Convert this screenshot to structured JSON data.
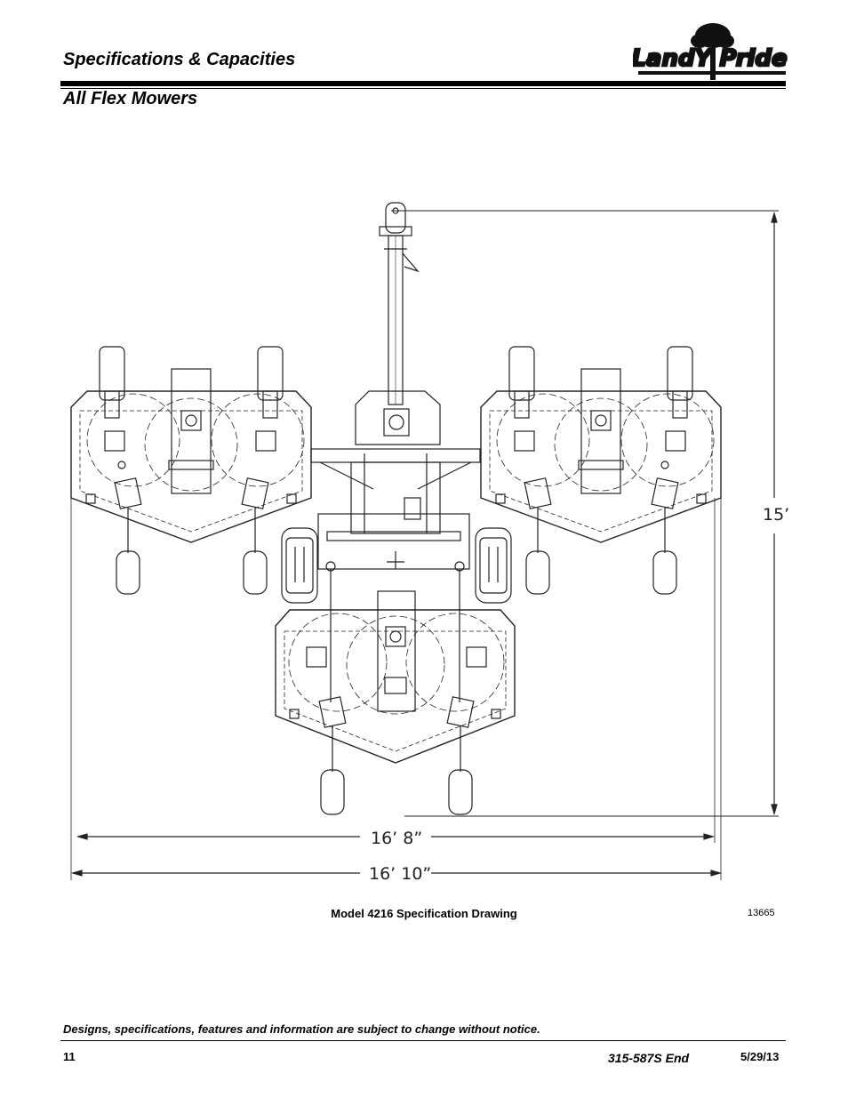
{
  "header": {
    "title": "Specifications & Capacities",
    "brand": "LandYPride"
  },
  "section": {
    "title": "All Flex Mowers"
  },
  "drawing": {
    "dimensions": {
      "height": "15’",
      "inner_width": "16’ 8”",
      "outer_width": "16’ 10”"
    },
    "caption": "Model 4216 Specification Drawing",
    "drawing_number": "13665"
  },
  "footer": {
    "disclaimer": "Designs, specifications, features and information are subject to change without notice.",
    "page_number": "11",
    "document_number": "315-587S End",
    "date": "5/29/13"
  }
}
